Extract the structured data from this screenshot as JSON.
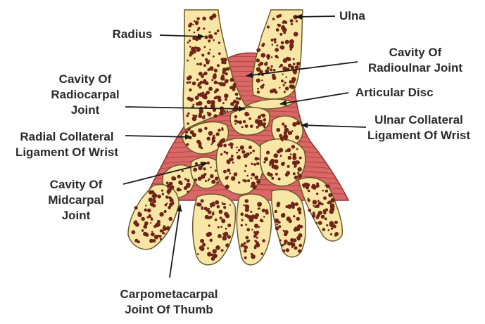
{
  "colors": {
    "bone_fill": "#f7e6a5",
    "bone_stroke": "#6b5a2a",
    "marrow_dots": "#6e2417",
    "ligament_fill": "#d86766",
    "ligament_lines": "#a83d3c",
    "label_text": "#2b2b2b",
    "leader_lines": "#1a1a1a"
  },
  "labels": {
    "radius": "Radius",
    "ulna": "Ulna",
    "cavity_radioulnar": [
      "Cavity Of",
      "Radioulnar Joint"
    ],
    "cavity_radiocarpal": [
      "Cavity Of",
      "Radiocarpal",
      "Joint"
    ],
    "articular_disc": "Articular Disc",
    "ulnar_collateral": [
      "Ulnar Collateral",
      "Ligament Of Wrist"
    ],
    "radial_collateral": [
      "Radial Collateral",
      "Ligament Of Wrist"
    ],
    "cavity_midcarpal": [
      "Cavity Of",
      "Midcarpal",
      "Joint"
    ],
    "carpometacarpal": [
      "Carpometacarpal",
      "Joint Of Thumb"
    ]
  }
}
